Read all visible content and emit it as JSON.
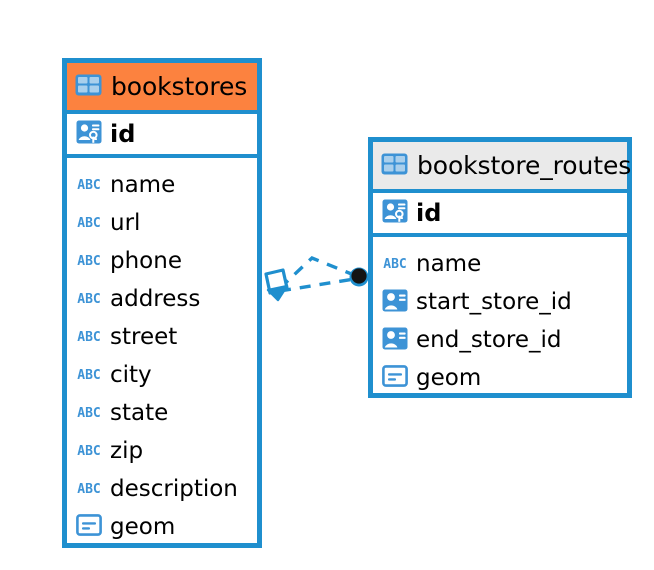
{
  "diagram": {
    "type": "entity-relationship-diagram",
    "background": "#ffffff",
    "accent_blue": "#1f8fce",
    "header_orange": "#fc823f",
    "header_gray": "#eaeaea",
    "icon_blue": "#3d93d6",
    "abc_icon_text": "ABC"
  },
  "entities": [
    {
      "name": "bookstores",
      "header_color": "#fc823f",
      "primary_key": {
        "name": "id",
        "icon": "primary-key-icon"
      },
      "fields": [
        {
          "name": "name",
          "icon": "text-abc-icon"
        },
        {
          "name": "url",
          "icon": "text-abc-icon"
        },
        {
          "name": "phone",
          "icon": "text-abc-icon"
        },
        {
          "name": "address",
          "icon": "text-abc-icon"
        },
        {
          "name": "street",
          "icon": "text-abc-icon"
        },
        {
          "name": "city",
          "icon": "text-abc-icon"
        },
        {
          "name": "state",
          "icon": "text-abc-icon"
        },
        {
          "name": "zip",
          "icon": "text-abc-icon"
        },
        {
          "name": "description",
          "icon": "text-abc-icon"
        },
        {
          "name": "geom",
          "icon": "geometry-icon"
        }
      ]
    },
    {
      "name": "bookstore_routes",
      "header_color": "#eaeaea",
      "primary_key": {
        "name": "id",
        "icon": "primary-key-icon"
      },
      "fields": [
        {
          "name": "name",
          "icon": "text-abc-icon"
        },
        {
          "name": "start_store_id",
          "icon": "foreign-key-icon"
        },
        {
          "name": "end_store_id",
          "icon": "foreign-key-icon"
        },
        {
          "name": "geom",
          "icon": "geometry-icon"
        }
      ]
    }
  ],
  "relationship": {
    "from_entity": "bookstores",
    "to_entity": "bookstore_routes",
    "line_style": "dashed",
    "line_color": "#1f8fce",
    "source_marker": "diamond-marker",
    "target_marker": "filled-circle-marker"
  }
}
